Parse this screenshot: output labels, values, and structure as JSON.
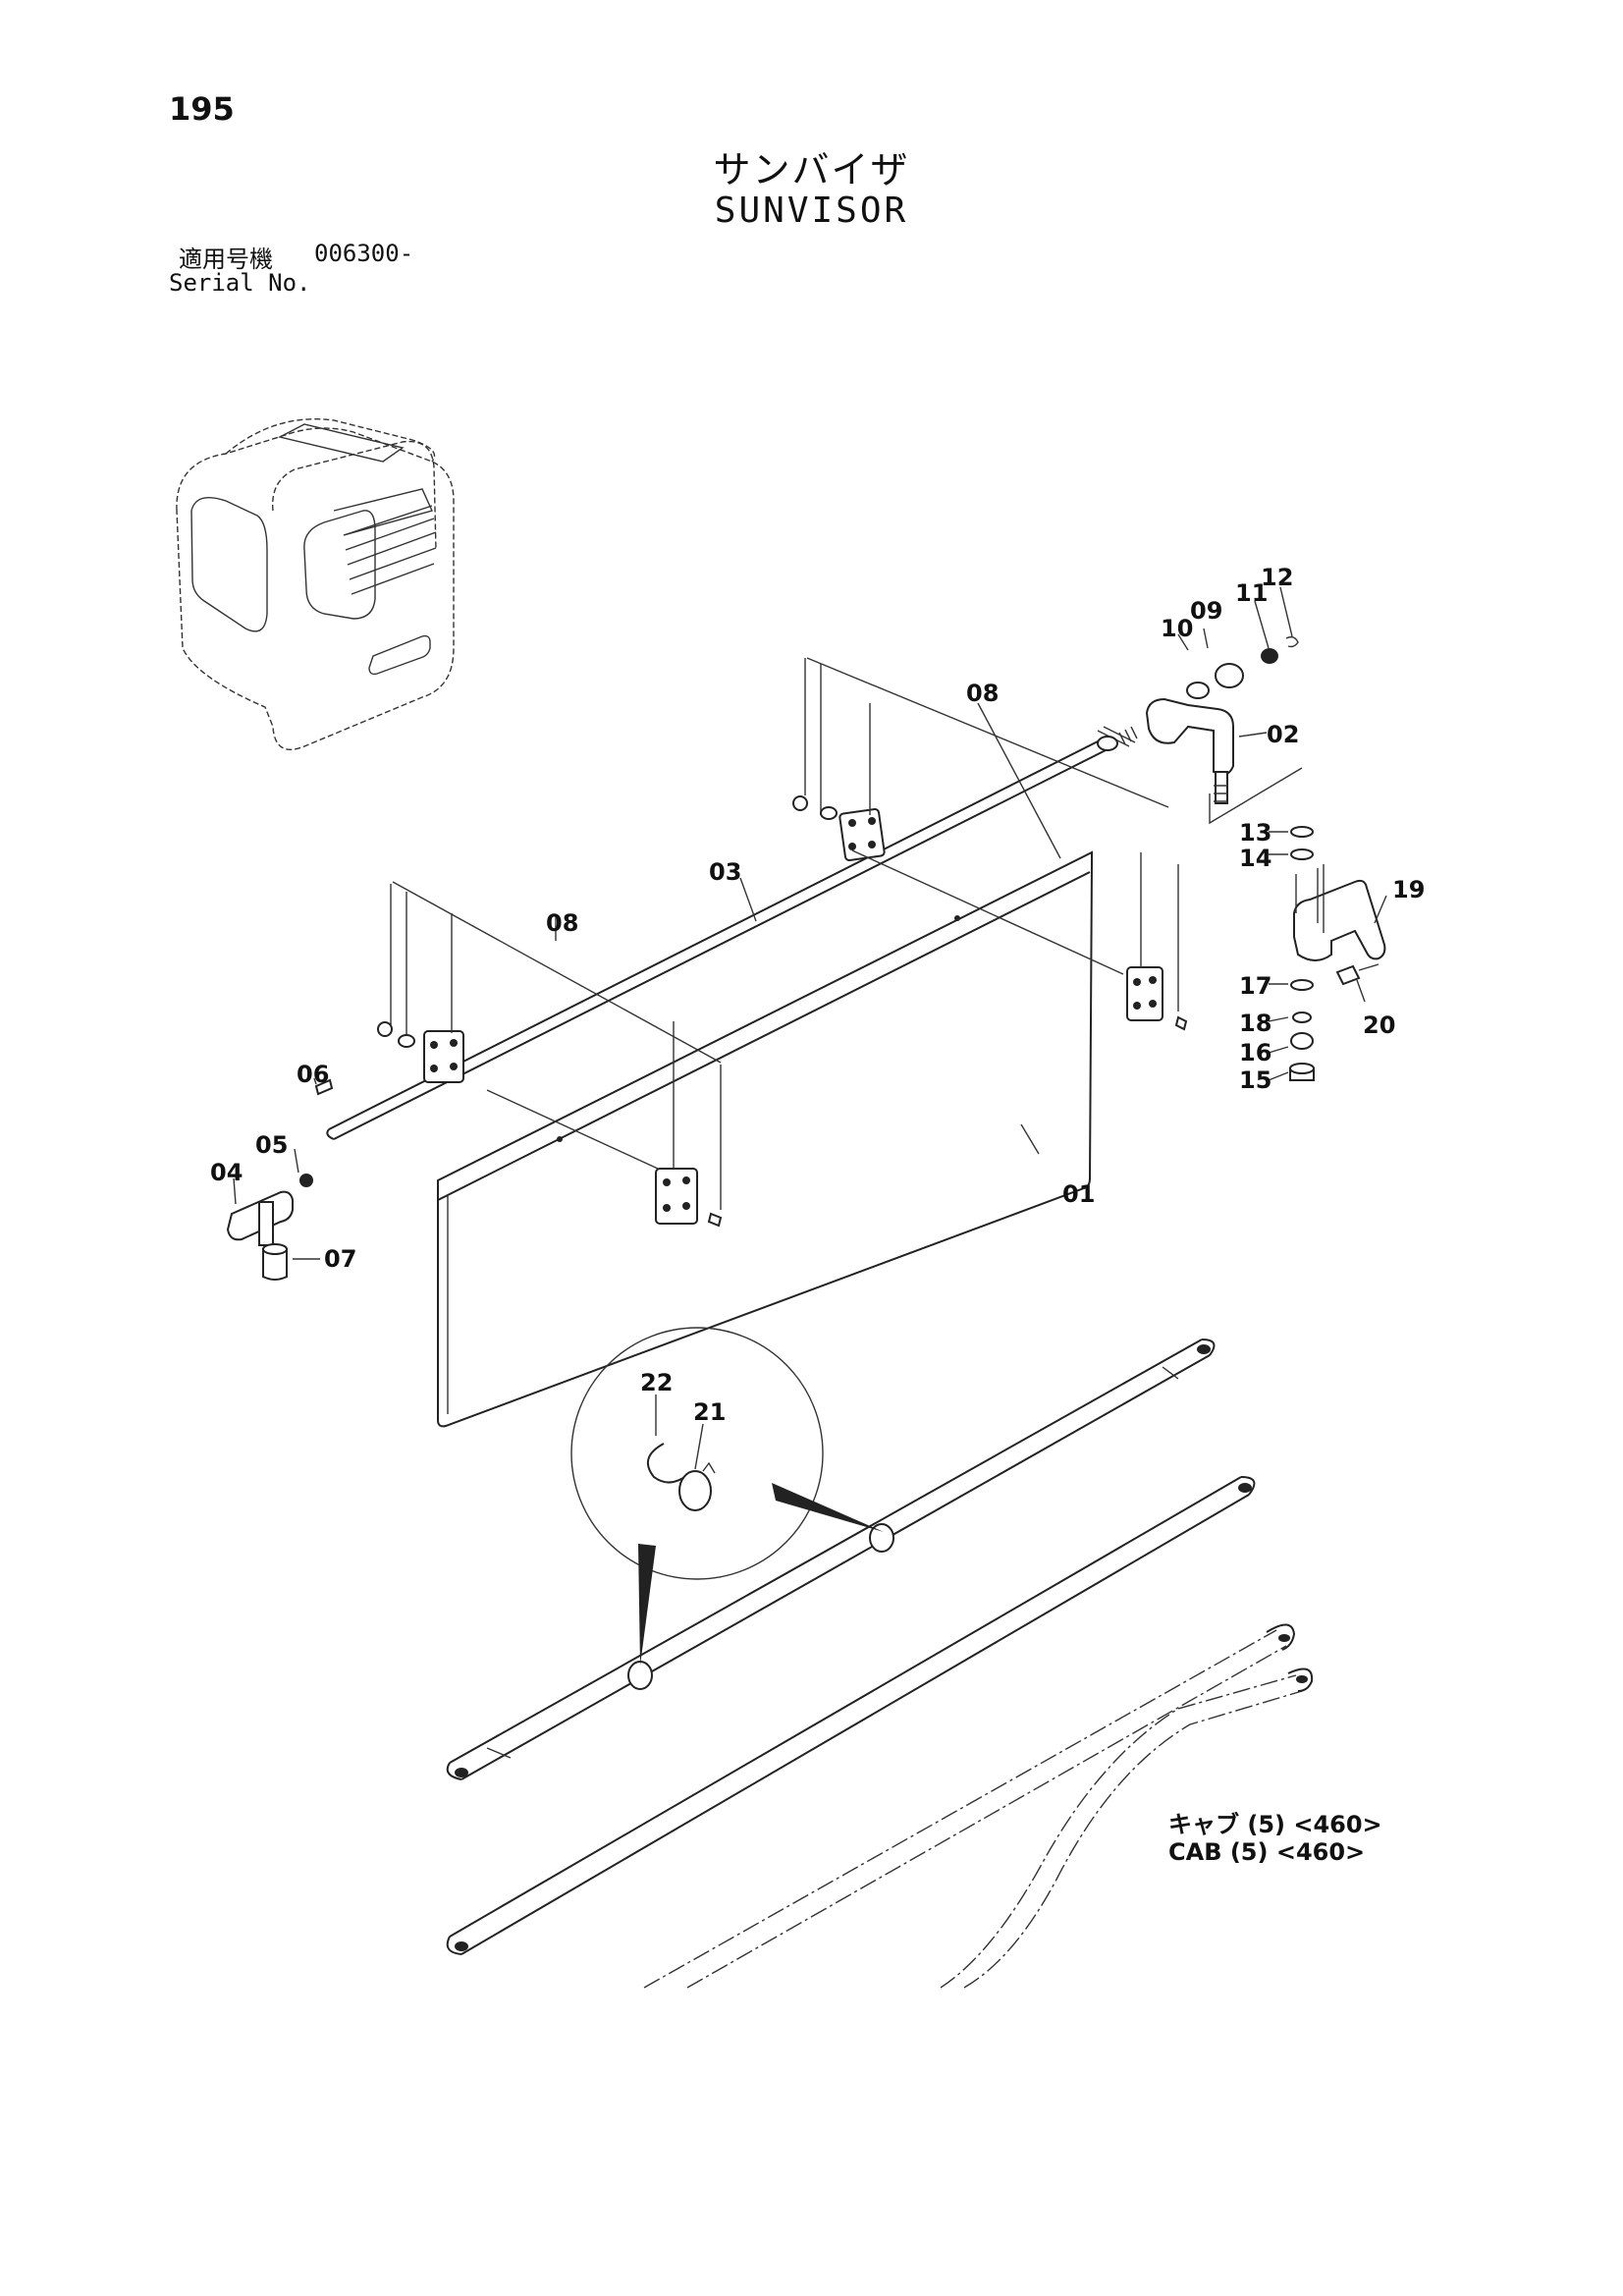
{
  "page": {
    "number": "195",
    "title_jp": "サンバイザ",
    "title_en": "SUNVISOR"
  },
  "serial": {
    "label_jp": "適用号機",
    "value": "006300-",
    "label_en": "Serial No."
  },
  "callouts": [
    {
      "id": "c01",
      "text": "01"
    },
    {
      "id": "c02",
      "text": "02"
    },
    {
      "id": "c03",
      "text": "03"
    },
    {
      "id": "c04",
      "text": "04"
    },
    {
      "id": "c05",
      "text": "05"
    },
    {
      "id": "c06",
      "text": "06"
    },
    {
      "id": "c07",
      "text": "07"
    },
    {
      "id": "c08a",
      "text": "08"
    },
    {
      "id": "c08b",
      "text": "08"
    },
    {
      "id": "c09",
      "text": "09"
    },
    {
      "id": "c10",
      "text": "10"
    },
    {
      "id": "c11",
      "text": "11"
    },
    {
      "id": "c12",
      "text": "12"
    },
    {
      "id": "c13",
      "text": "13"
    },
    {
      "id": "c14",
      "text": "14"
    },
    {
      "id": "c15",
      "text": "15"
    },
    {
      "id": "c16",
      "text": "16"
    },
    {
      "id": "c17",
      "text": "17"
    },
    {
      "id": "c18",
      "text": "18"
    },
    {
      "id": "c19",
      "text": "19"
    },
    {
      "id": "c20",
      "text": "20"
    },
    {
      "id": "c21",
      "text": "21"
    },
    {
      "id": "c22",
      "text": "22"
    }
  ],
  "reference": {
    "line1": "キャブ (5) <460>",
    "line2": "CAB (5) <460>"
  }
}
